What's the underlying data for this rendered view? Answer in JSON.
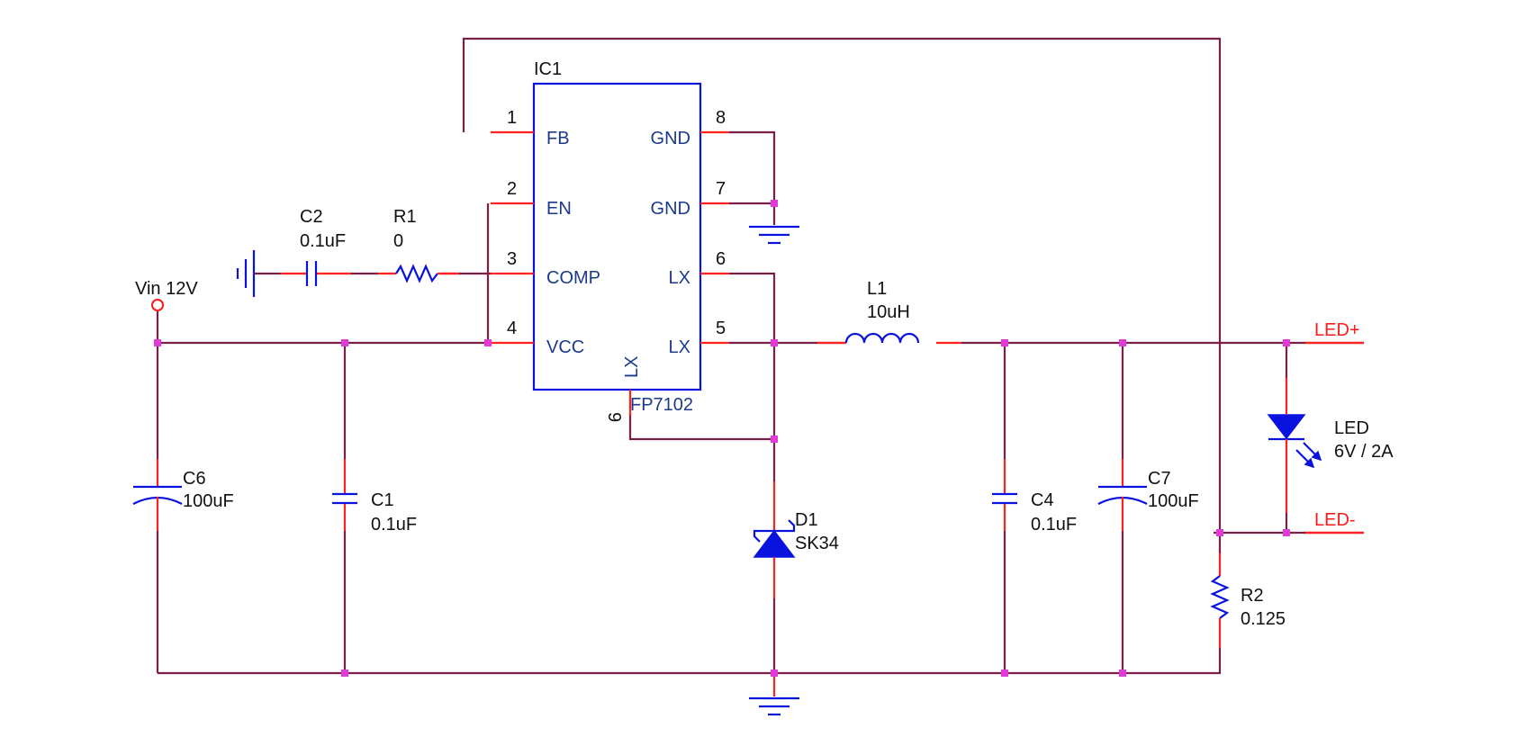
{
  "ic": {
    "ref": "IC1",
    "part": "FP7102",
    "pins": [
      {
        "num": "1",
        "name": "FB"
      },
      {
        "num": "2",
        "name": "EN"
      },
      {
        "num": "3",
        "name": "COMP"
      },
      {
        "num": "4",
        "name": "VCC"
      },
      {
        "num": "5",
        "name": "LX"
      },
      {
        "num": "6",
        "name": "LX"
      },
      {
        "num": "7",
        "name": "GND"
      },
      {
        "num": "8",
        "name": "GND"
      },
      {
        "num": "9",
        "name": "LX"
      }
    ]
  },
  "components": {
    "c2": {
      "ref": "C2",
      "value": "0.1uF"
    },
    "r1": {
      "ref": "R1",
      "value": "0"
    },
    "c6": {
      "ref": "C6",
      "value": "100uF"
    },
    "c1": {
      "ref": "C1",
      "value": "0.1uF"
    },
    "l1": {
      "ref": "L1",
      "value": "10uH"
    },
    "d1": {
      "ref": "D1",
      "value": "SK34"
    },
    "c4": {
      "ref": "C4",
      "value": "0.1uF"
    },
    "c7": {
      "ref": "C7",
      "value": "100uF"
    },
    "led": {
      "ref": "LED",
      "value": "6V / 2A"
    },
    "r2": {
      "ref": "R2",
      "value": "0.125"
    }
  },
  "nets": {
    "vin": "Vin 12V",
    "led_plus": "LED+",
    "led_minus": "LED-"
  },
  "colors": {
    "wire": "#7a1f47",
    "pin": "#ff2020",
    "component": "#0a12e0",
    "node": "#e03ad8",
    "net_label": "#ff1a1a"
  }
}
